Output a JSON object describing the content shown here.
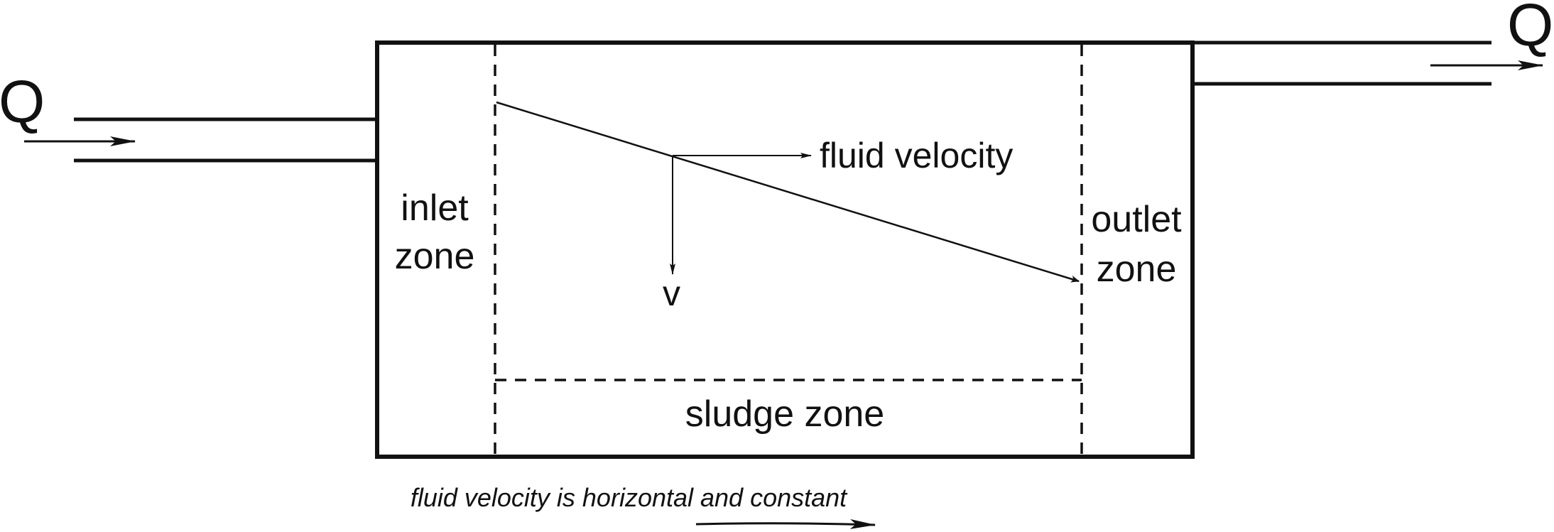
{
  "diagram": {
    "inflow_label": "Q",
    "outflow_label": "Q",
    "inlet_zone": [
      "inlet",
      "zone"
    ],
    "outlet_zone": [
      "outlet",
      "zone"
    ],
    "sludge_zone": "sludge zone",
    "fluid_velocity_label": "fluid velocity",
    "settling_velocity_label": "v",
    "caption": "fluid velocity is horizontal and constant"
  },
  "colors": {
    "line": "#111111",
    "background": "#ffffff"
  }
}
